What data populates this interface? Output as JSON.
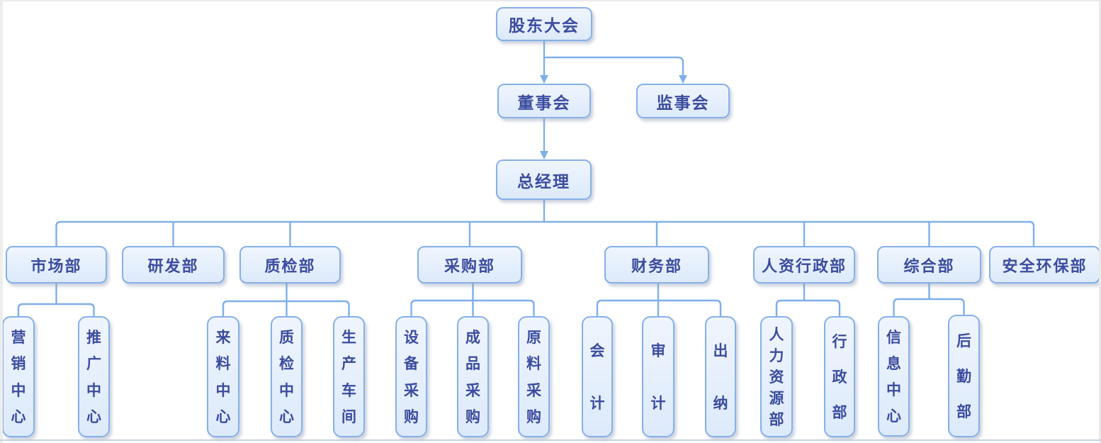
{
  "diagram": {
    "type": "org-chart",
    "colors": {
      "box_fill": "#e8f1fc",
      "box_border": "#85b0e9",
      "connector": "#7fafe9",
      "text": "#3c4c9e"
    },
    "root": {
      "label": "股东大会"
    },
    "level2": [
      {
        "label": "董事会"
      },
      {
        "label": "监事会"
      }
    ],
    "general_manager": {
      "label": "总经理"
    },
    "departments": [
      {
        "label": "市场部",
        "children": [
          "营销中心",
          "推广中心"
        ]
      },
      {
        "label": "研发部",
        "children": []
      },
      {
        "label": "质检部",
        "children": [
          "来料中心",
          "质检中心",
          "生产车间"
        ]
      },
      {
        "label": "采购部",
        "children": [
          "设备采购",
          "成品采购",
          "原料采购"
        ]
      },
      {
        "label": "财务部",
        "children": [
          "会计",
          "审计",
          "出纳"
        ]
      },
      {
        "label": "人资行政部",
        "children": [
          "人力资源部",
          "行政部"
        ]
      },
      {
        "label": "综合部",
        "children": [
          "信息中心",
          "后勤部"
        ]
      },
      {
        "label": "安全环保部",
        "children": []
      }
    ]
  }
}
